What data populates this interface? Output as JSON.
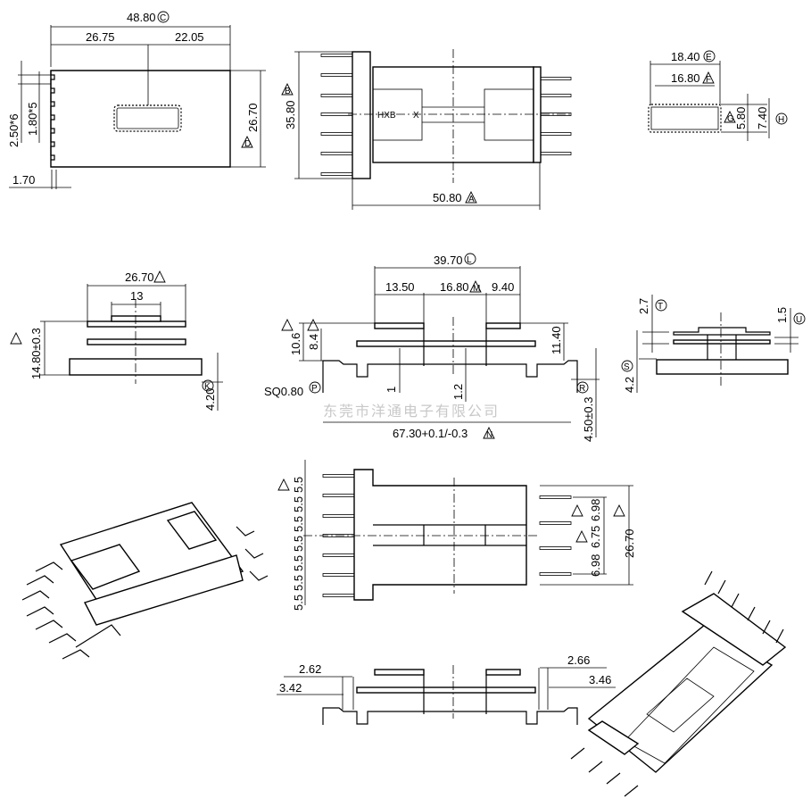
{
  "watermark": "东莞市洋通电子有限公司",
  "top_view": {
    "overall_width": "48.80",
    "overall_marker": "C",
    "left_offset": "26.75",
    "right_offset": "22.05",
    "pin_pitch": "2.50*6",
    "slot_width": "1.80*5",
    "height": "26.70",
    "height_marker": "D",
    "edge": "1.70"
  },
  "side_view_top": {
    "height": "35.80",
    "height_marker": "B",
    "label_model": "HXB",
    "label_x": "X",
    "width": "50.80",
    "width_marker": "A"
  },
  "section_view": {
    "outer": "18.40",
    "outer_marker": "E",
    "inner": "16.80",
    "inner_marker": "F",
    "inner_h": "5.80",
    "inner_h_marker": "G",
    "outer_h": "7.40",
    "outer_h_marker": "H"
  },
  "end_view": {
    "flange": "26.70",
    "core": "13",
    "height": "14.80±0.3",
    "pin": "4.20",
    "pin_marker": "K"
  },
  "front_view": {
    "overall": "39.70",
    "overall_marker": "L",
    "left": "13.50",
    "middle": "16.80",
    "middle_marker": "M",
    "right": "9.40",
    "h1": "10.6",
    "h2": "8.4",
    "h3": "11.40",
    "pin_sq": "SQ0.80",
    "pin_sq_marker": "P",
    "d1": "1",
    "d2": "1.2",
    "span": "67.30+0.1/-0.3",
    "span_marker": "N",
    "pin_len": "4.50±0.3",
    "pin_len_marker": "R"
  },
  "right_view": {
    "t": "2.7",
    "t_marker": "T",
    "u": "1.5",
    "u_marker": "U",
    "s": "4.2",
    "s_marker": "S"
  },
  "bottom_view": {
    "left_pitches": [
      "5.5",
      "5.5",
      "5.5",
      "5.5",
      "5.5",
      "5.5",
      "5.5"
    ],
    "right_pitches": [
      "6.98",
      "6.75",
      "6.98"
    ],
    "height": "26.70"
  },
  "lower_front": {
    "a": "2.62",
    "b": "3.42",
    "c": "2.66",
    "d": "3.46"
  }
}
